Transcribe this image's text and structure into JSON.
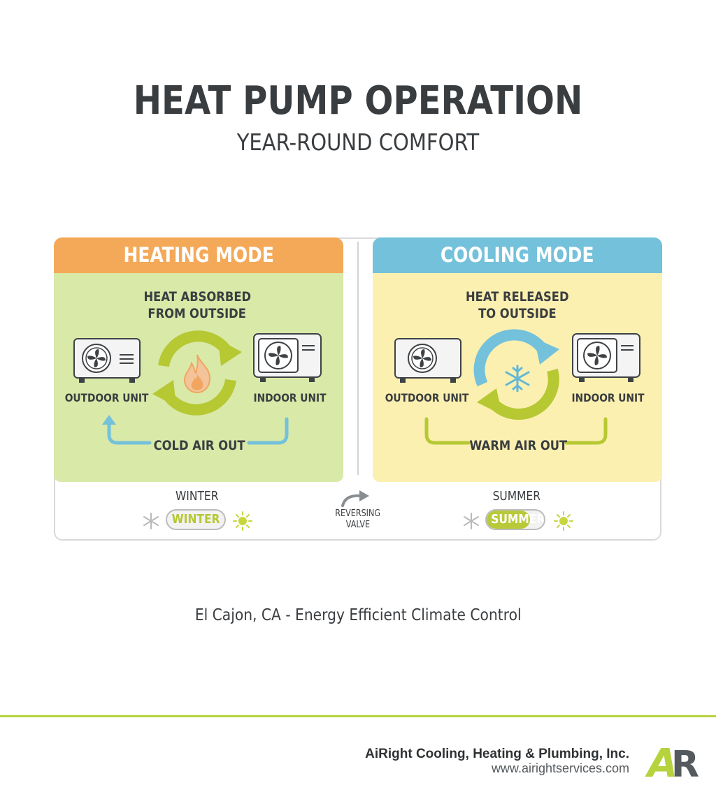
{
  "title": "HEAT PUMP OPERATION",
  "subtitle": "YEAR-ROUND COMFORT",
  "heating": {
    "header": "HEATING MODE",
    "caption_line1": "HEAT ABSORBED",
    "caption_line2": "FROM OUTSIDE",
    "outdoor_label": "OUTDOOR UNIT",
    "indoor_label": "INDOOR UNIT",
    "air_out": "COLD AIR OUT",
    "season_label": "WINTER",
    "toggle_text": "WINTER",
    "center_icon": "flame-icon"
  },
  "cooling": {
    "header": "COOLING MODE",
    "caption_line1": "HEAT RELEASED",
    "caption_line2": "TO OUTSIDE",
    "outdoor_label": "OUTDOOR UNIT",
    "indoor_label": "INDOOR UNIT",
    "air_out": "WARM AIR OUT",
    "season_label": "SUMMER",
    "toggle_text": "SUMMER",
    "center_icon": "snowflake-icon"
  },
  "valve": {
    "line1": "REVERSING",
    "line2": "VALVE"
  },
  "tagline": "El Cajon, CA - Energy Efficient Climate Control",
  "company": {
    "name": "AiRight Cooling, Heating & Plumbing, Inc.",
    "website": "www.airightservices.com",
    "logo_text": "AR"
  },
  "colors": {
    "heat_header": "#f4a959",
    "cool_header": "#73c1db",
    "heat_panel": "#d8e9a8",
    "cool_panel": "#fbf0b0",
    "accent_green": "#b6c832",
    "accent_blue": "#73c1db"
  }
}
